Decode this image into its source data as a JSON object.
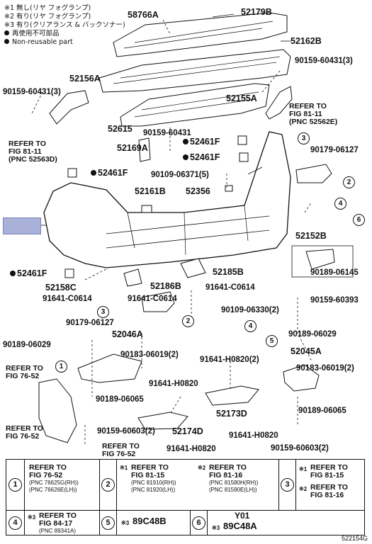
{
  "legend": {
    "note1": "※1 無し(リヤ フォグランプ)",
    "note2": "※2 有り(リヤ フォグランプ)",
    "note3": "※3 有り(クリアランス & バックソナー)",
    "reuse_jp": "再使用不可部品",
    "reuse_en": "Non-reusable part"
  },
  "labels": {
    "p58766A": "58766A",
    "p52179B": "52179B",
    "p52162B": "52162B",
    "p90159_60431_3a": "90159-60431(3)",
    "p52156A": "52156A",
    "p90159_60431_3b": "90159-60431(3)",
    "p52155A": "52155A",
    "p52615": "52615",
    "p90159_60431": "90159-60431",
    "p52169A": "52169A",
    "p52461F_a": "52461F",
    "p52461F_b": "52461F",
    "p90179_06127a": "90179-06127",
    "p52461F_c": "52461F",
    "p90109_06371": "90109-06371(5)",
    "p52161B": "52161B",
    "p52356": "52356",
    "p52152B": "52152B",
    "p52461F_d": "52461F",
    "p52185B": "52185B",
    "p90189_06145": "90189-06145",
    "p52158C": "52158C",
    "p52186B": "52186B",
    "p91641_C0614a": "91641-C0614",
    "p91641_C0614b": "91641-C0614",
    "p91641_C0614c": "91641-C0614",
    "p90159_60393": "90159-60393",
    "p90109_06330": "90109-06330(2)",
    "p90179_06127b": "90179-06127",
    "p52046A": "52046A",
    "p90189_06029a": "90189-06029",
    "p90189_06029b": "90189-06029",
    "p90183_06019a": "90183-06019(2)",
    "p52045A": "52045A",
    "p91641_H0820a": "91641-H0820(2)",
    "p90183_06019b": "90183-06019(2)",
    "p91641_H0820b": "91641-H0820",
    "p90189_06065a": "90189-06065",
    "p52173D": "52173D",
    "p90189_06065b": "90189-06065",
    "p90159_60603a": "90159-60603(2)",
    "p52174D": "52174D",
    "p91641_H0820c": "91641-H0820",
    "p91641_H0820d": "91641-H0820",
    "p90159_60603b": "90159-60603(2)"
  },
  "refs": {
    "r1": [
      "REFER TO",
      "FIG 81-11",
      "(PNC 52562E)"
    ],
    "r2": [
      "REFER TO",
      "FIG 81-11",
      "(PNC 52563D)"
    ],
    "r3": [
      "REFER TO",
      "FIG 76-52"
    ],
    "r4": [
      "REFER TO",
      "FIG 76-52"
    ],
    "r5": [
      "REFER TO",
      "FIG 76-52"
    ]
  },
  "table": {
    "c1": {
      "num": "1",
      "line1": "REFER TO",
      "line2": "FIG 76-52",
      "pnc1": "(PNC 76625G(RH))",
      "pnc2": "(PNC 76626E(LH))"
    },
    "c2": {
      "num": "2",
      "note1": "※1",
      "line1": "REFER TO",
      "line2": "FIG 81-15",
      "pnc1": "(PNC 81910(RH))",
      "pnc2": "(PNC 81920(LH))",
      "note2": "※2",
      "line3": "REFER TO",
      "line4": "FIG 81-16",
      "pnc3": "(PNC 81580H(RH))",
      "pnc4": "(PNC 81590E(LH))"
    },
    "c3": {
      "num": "3",
      "note1": "※1",
      "line1": "REFER TO",
      "line2": "FIG 81-15",
      "note2": "※2",
      "line3": "REFER TO",
      "line4": "FIG 81-16"
    },
    "c4": {
      "num": "4",
      "note": "※3",
      "line1": "REFER TO",
      "line2": "FIG 84-17",
      "pnc": "(PNC 89341A)"
    },
    "c5": {
      "num": "5",
      "note": "※3",
      "code": "89C48B"
    },
    "c6": {
      "num": "6",
      "top": "Y01",
      "note": "※3",
      "code": "89C48A"
    }
  },
  "diagram_id": "522154G"
}
